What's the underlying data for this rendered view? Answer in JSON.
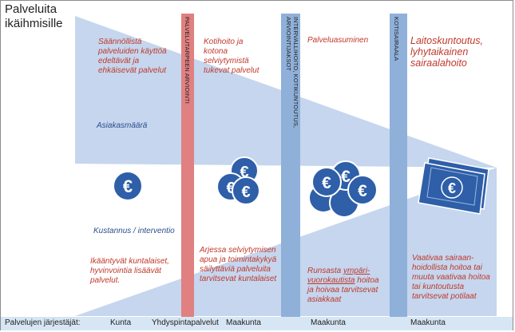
{
  "title": "Palveluita ikäihmisille",
  "axis_labels": {
    "volume": "Asiakasmäärä",
    "cost": "Kustannus / interventio"
  },
  "stages": [
    {
      "label": "PALVELUTARPEEN ARVIOINTI",
      "color": "#e08080"
    },
    {
      "label": "INTERVALLIHOITO, KOTIKUNTOUTUS, ARVIOINTIJAKSOT",
      "color": "#8fb0d9"
    },
    {
      "label": "KOTISAIRAALA",
      "color": "#8fb0d9"
    }
  ],
  "services_top": [
    "Säännöllistä palveluiden käyttöä edeltävät ja ehkäisevät palvelut",
    "Kotihoito ja kotona selviytymistä tukevat palvelut",
    "Palveluasuminen",
    "Laitoskuntoutus, lyhytaikainen sairaalahoito"
  ],
  "services_bottom": {
    "col1": "Ikääntyvät kuntalaiset, hyvinvointia lisäävät palvelut.",
    "col2": "Arjessa selviytymisen apua ja toimintakykyä säilyttäviä palveluita tarvitsevat kuntalaiset",
    "col3_a": "Runsasta ",
    "col3_b": "ympäri-vuorokautista",
    "col3_c": " hoitoa ja hoivaa tarvitsevat asiakkaat",
    "col4": "Vaativaa sairaan-hoidollista hoitoa tai muuta vaativaa hoitoa tai kuntoutusta tarvitsevat potilaat"
  },
  "icons": {
    "euro_symbol": "€",
    "coin_icon": "euro-coin-icon",
    "banknote_icon": "euro-banknote-icon"
  },
  "footer": {
    "label": "Palvelujen järjestäjät:",
    "org1": "Kunta",
    "org2": "Yhdyspintapalvelut",
    "org3": "Maakunta",
    "org4": "Maakunta",
    "org5": "Maakunta"
  },
  "colors": {
    "wedge": "#c5d6ee",
    "coin": "#2e5fa8",
    "red_text": "#c0392b",
    "navy_text": "#2e4f8c"
  }
}
